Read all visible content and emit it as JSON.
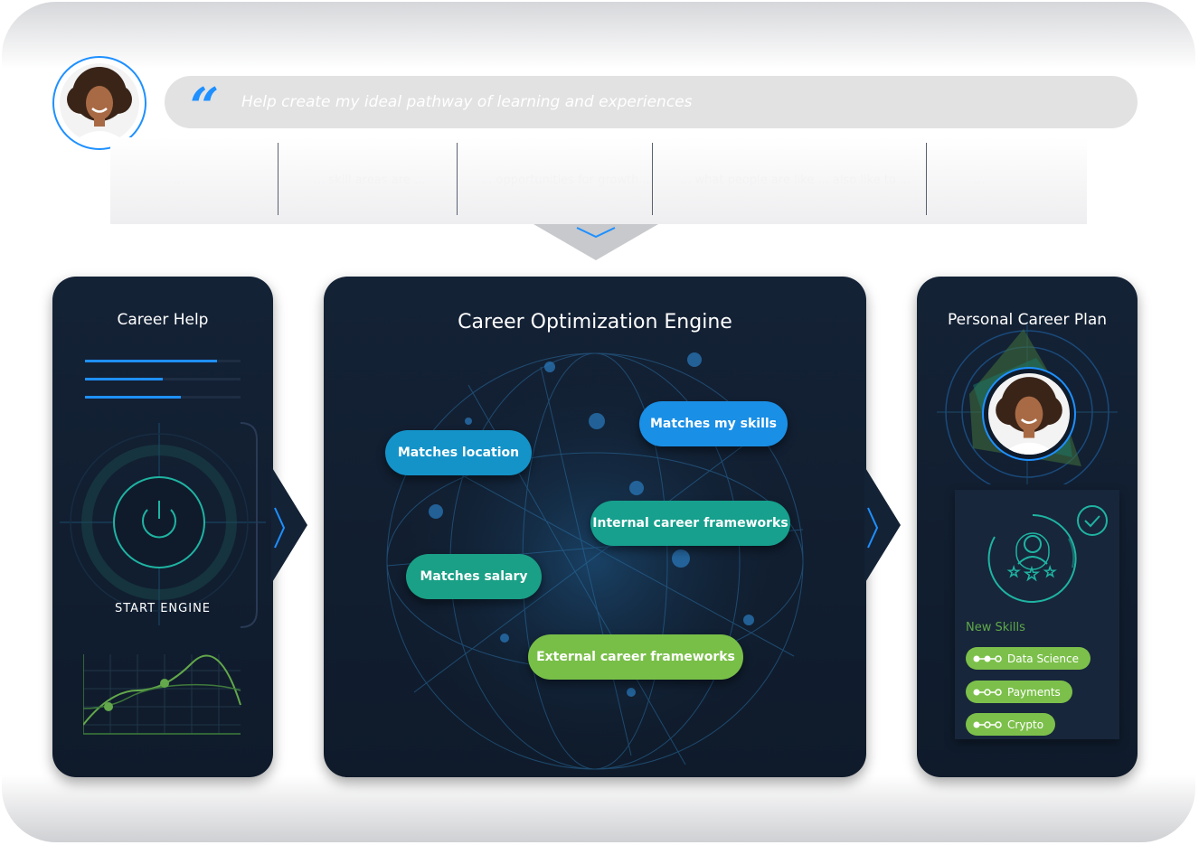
{
  "prompt": {
    "text": "Help create my ideal pathway of learning and experiences",
    "quote_glyph": "“"
  },
  "faded_hints": [
    "...",
    "... skill areas are ...",
    "... opportunities for growth ...",
    "... what people are like ... also like to ...",
    "..."
  ],
  "left_panel": {
    "title": "Career Help",
    "start_label": "START ENGINE"
  },
  "center_panel": {
    "title": "Career Optimization Engine",
    "pills": [
      {
        "label": "Matches location",
        "color": "#1493c9"
      },
      {
        "label": "Matches my skills",
        "color": "#1a8fe6"
      },
      {
        "label": "Internal career frameworks",
        "color": "#16a08d"
      },
      {
        "label": "Matches salary",
        "color": "#1aa086"
      },
      {
        "label": "External career frameworks",
        "color": "#78bf48"
      }
    ]
  },
  "right_panel": {
    "title": "Personal Career Plan",
    "new_skills_label": "New Skills",
    "skills": [
      "Data Science",
      "Payments",
      "Crypto"
    ]
  },
  "colors": {
    "accent_blue": "#1e90ff",
    "teal": "#1fb3a2",
    "green": "#7cc04b",
    "panel_bg": "#142236"
  }
}
